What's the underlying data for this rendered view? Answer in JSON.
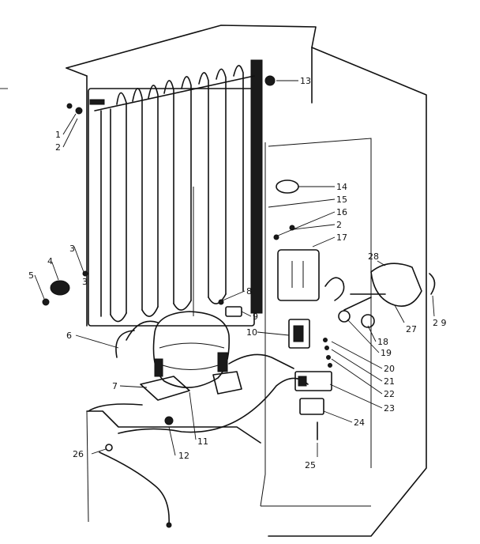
{
  "diagram": {
    "callouts": [
      {
        "id": "c1",
        "label": "1"
      },
      {
        "id": "c2a",
        "label": "2"
      },
      {
        "id": "c3a",
        "label": "3"
      },
      {
        "id": "c3b",
        "label": "3"
      },
      {
        "id": "c4",
        "label": "4"
      },
      {
        "id": "c5",
        "label": "5"
      },
      {
        "id": "c6",
        "label": "6"
      },
      {
        "id": "c7",
        "label": "7"
      },
      {
        "id": "c8",
        "label": "8"
      },
      {
        "id": "c9",
        "label": "9"
      },
      {
        "id": "c10",
        "label": "10"
      },
      {
        "id": "c11",
        "label": "11"
      },
      {
        "id": "c12",
        "label": "12"
      },
      {
        "id": "c13",
        "label": "13"
      },
      {
        "id": "c14",
        "label": "14"
      },
      {
        "id": "c15",
        "label": "15"
      },
      {
        "id": "c16",
        "label": "16"
      },
      {
        "id": "c2b",
        "label": "2"
      },
      {
        "id": "c17",
        "label": "17"
      },
      {
        "id": "c18",
        "label": "18"
      },
      {
        "id": "c19",
        "label": "19"
      },
      {
        "id": "c20",
        "label": "20"
      },
      {
        "id": "c21",
        "label": "21"
      },
      {
        "id": "c22",
        "label": "22"
      },
      {
        "id": "c23",
        "label": "23"
      },
      {
        "id": "c24",
        "label": "24"
      },
      {
        "id": "c25",
        "label": "25"
      },
      {
        "id": "c26",
        "label": "26"
      },
      {
        "id": "c27",
        "label": "27"
      },
      {
        "id": "c28",
        "label": "28"
      },
      {
        "id": "c29",
        "label": "2 9"
      }
    ]
  }
}
